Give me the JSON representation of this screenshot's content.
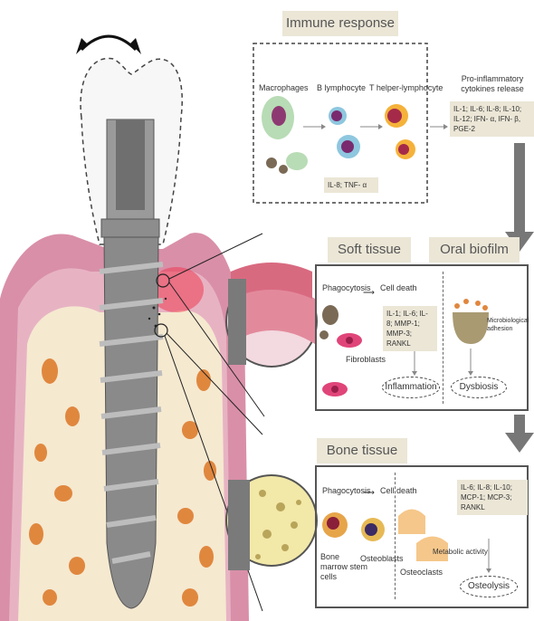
{
  "immune": {
    "title": "Immune response",
    "macrophages": "Macrophages",
    "b_lymphocyte": "B lymphocyte",
    "t_helper": "T helper-lymphocyte",
    "il8_tnf": "IL-8; TNF- α",
    "pro_title": "Pro-inflammatory cytokines release",
    "cytokines": "IL-1; IL-6; IL-8; IL-10; IL-12; IFN- α, IFN- β, PGE-2"
  },
  "soft": {
    "title": "Soft tissue",
    "phagocytosis": "Phagocytosis",
    "cell_death": "Cell death",
    "cytokines": "IL-1; IL-6; IL-8; MMP-1; MMP-3; RANKL",
    "fibroblasts": "Fibroblasts",
    "inflammation": "Inflammation"
  },
  "biofilm": {
    "title": "Oral biofilm",
    "microbio": "Microbiological adhesion",
    "dysbiosis": "Dysbiosis"
  },
  "bone": {
    "title": "Bone tissue",
    "phagocytosis": "Phagocytosis",
    "cell_death": "Cell death",
    "bm_stem": "Bone marrow stem cells",
    "osteoblasts": "Osteoblasts",
    "osteoclasts": "Osteoclasts",
    "cytokines": "IL-6; IL-8; IL-10; MCP-1; MCP-3; RANKL",
    "metabolic": "Metabolic activity",
    "osteolysis": "Osteolysis"
  },
  "colors": {
    "gum": "#d98fa8",
    "bone": "#f5e9d0",
    "bone_spot": "#e0873e",
    "implant": "#8a8a8a",
    "header_bg": "#ebe6d6",
    "arrow": "#777777"
  }
}
